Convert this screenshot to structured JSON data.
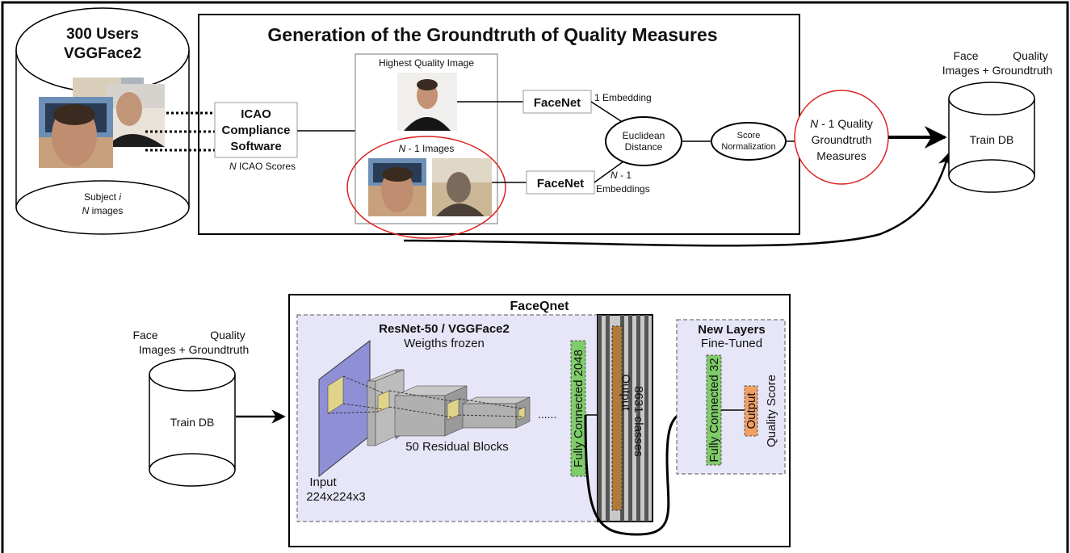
{
  "top": {
    "title": "Generation of the Groundtruth of Quality Measures",
    "db_line1": "300 Users",
    "db_line2": "VGGFace2",
    "subject_label": "Subject",
    "subject_var": "i",
    "images_var": "N",
    "images_label": "images",
    "icao_line1": "ICAO",
    "icao_line2": "Compliance",
    "icao_line3": "Software",
    "icao_scores_var": "N",
    "icao_scores_label": "ICAO Scores",
    "highest_quality": "Highest Quality Image",
    "n1_images_var": "N",
    "n1_images_label": "- 1  Images",
    "facenet": "FaceNet",
    "one_embedding": "1 Embedding",
    "n1_emb_var": "N",
    "n1_emb_label": "- 1",
    "embeddings": "Embeddings",
    "euclid_line1": "Euclidean",
    "euclid_line2": "Distance",
    "score_line1": "Score",
    "score_line2": "Normalization",
    "measures_var": "N",
    "measures_line1": "- 1  Quality",
    "measures_line2": "Groundtruth",
    "measures_line3": "Measures",
    "out_face": "Face",
    "out_quality": "Quality",
    "out_images": "Images + Groundtruth",
    "train_db": "Train DB"
  },
  "bottom": {
    "title": "FaceQnet",
    "in_face": "Face",
    "in_quality": "Quality",
    "in_images": "Images + Groundtruth",
    "train_db": "Train DB",
    "resnet_title": "ResNet-50 / VGGFace2",
    "resnet_sub": "Weigths frozen",
    "input_label": "Input",
    "input_dims": "224x224x3",
    "residual": "50 Residual Blocks",
    "dots": "......",
    "fc2048": "Fully Connected 2048",
    "output": "Output",
    "classes": "8631 classes",
    "new_layers": "New Layers",
    "fine_tuned": "Fine-Tuned",
    "fc32": "Fully Connected 32",
    "output2": "Output",
    "quality_score": "Quality Score"
  }
}
